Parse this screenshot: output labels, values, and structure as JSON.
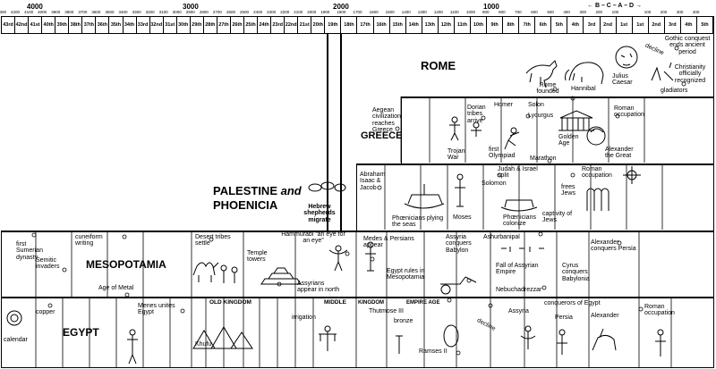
{
  "millennia": [
    "4000",
    "3000",
    "2000",
    "1000"
  ],
  "scale_labels": [
    "4300",
    "4200",
    "4100",
    "4000",
    "3900",
    "3800",
    "3700",
    "3600",
    "3500",
    "3400",
    "3300",
    "3200",
    "3100",
    "3000",
    "2900",
    "2800",
    "2700",
    "2600",
    "2500",
    "2400",
    "2300",
    "2200",
    "2100",
    "2000",
    "1900",
    "1800",
    "1700",
    "1600",
    "1500",
    "1400",
    "1300",
    "1200",
    "1100",
    "1000",
    "900",
    "800",
    "700",
    "600",
    "500",
    "400",
    "300",
    "200",
    "100",
    "",
    "100",
    "200",
    "300",
    "400",
    "500"
  ],
  "bcad": "← B – C – A – D →",
  "centuries": [
    "43rd",
    "42nd",
    "41st",
    "40th",
    "39th",
    "38th",
    "37th",
    "36th",
    "35th",
    "34th",
    "33rd",
    "32nd",
    "31st",
    "30th",
    "29th",
    "28th",
    "27th",
    "26th",
    "25th",
    "24th",
    "23rd",
    "22nd",
    "21st",
    "20th",
    "19th",
    "18th",
    "17th",
    "16th",
    "15th",
    "14th",
    "13th",
    "12th",
    "11th",
    "10th",
    "9th",
    "8th",
    "7th",
    "6th",
    "5th",
    "4th",
    "3rd",
    "2nd",
    "1st",
    "1st",
    "2nd",
    "3rd",
    "4th",
    "5th"
  ],
  "regions": {
    "rome": "ROME",
    "greece": "GREECE",
    "palestine_1": "PALESTINE",
    "palestine_and": "and",
    "palestine_2": "PHOENICIA",
    "mesopotamia": "MESOPOTAMIA",
    "egypt": "EGYPT"
  },
  "events": {
    "gothic": "Gothic conquest ends ancient period",
    "christianity": "Christianity officially recognized",
    "decline_rome": "decline",
    "julius": "Julius Caesar",
    "hannibal": "Hannibal",
    "gladiators": "gladiators",
    "rome_founded": "Rome founded",
    "aegean": "Aegean civilization reaches Greece",
    "dorian": "Dorian tribes arrive",
    "homer": "Homer",
    "solon": "Solon",
    "lycurgus": "Lycurgus",
    "roman_occ_greece": "Roman occupation",
    "golden": "Golden Age",
    "alex_greece": "Alexander the Great",
    "trojan": "Trojan War",
    "first_olympiad": "first Olympiad",
    "marathon": "Marathon",
    "judah": "Judah & Israel split",
    "roman_occ_pal": "Roman occupation",
    "abraham": "Abraham Isaac & Jacob",
    "solomon": "Solomon",
    "frees_jews": "frees Jews",
    "phoen_seas": "Phœnicians plying the seas",
    "moses": "Moses",
    "phoen_colonize": "Phœnicians colonize",
    "captivity": "captivity of Jews",
    "hebrew": "Hebrew shepherds migrate",
    "sumerian": "first Sumerian dynasty",
    "cuneiform": "cuneiform writing",
    "desert": "Desert tribes settle",
    "hammurabi": "Hammurabi “an eye for an eye”",
    "medes": "Medes & Persians appear",
    "assyria_conq": "Assyria conquers Babylon",
    "ashurbanipal": "Ashurbanipal",
    "alex_persia": "Alexander conquers Persia",
    "semitic": "Semitic invaders",
    "age_metal": "Age of Metal",
    "temple": "Temple towers",
    "assyrians": "Assyrians appear in north",
    "egypt_rules": "Egypt rules in Mesopotamia",
    "fall_assyria": "Fall of Assyrian Empire",
    "cyrus": "Cyrus conquers Babylonia",
    "nebuchadrezzar": "Nebuchadrezzar",
    "calendar": "calendar",
    "copper": "copper",
    "menes": "Menes unites Egypt",
    "old_kingdom": "OLD KINGDOM",
    "middle": "MIDDLE",
    "kingdom": "KINGDOM",
    "empire_age": "EMPIRE AGE",
    "thutmose": "Thutmose III",
    "bronze": "bronze",
    "decline_egypt": "decline",
    "assyria": "Assyria",
    "conquerors": "conquerors of Egypt",
    "persia": "Persia",
    "alexander": "Alexander",
    "roman_occ_egypt": "Roman occupation",
    "khufu": "Khufu",
    "irrigation": "irrigation",
    "ramses": "Ramses II"
  }
}
